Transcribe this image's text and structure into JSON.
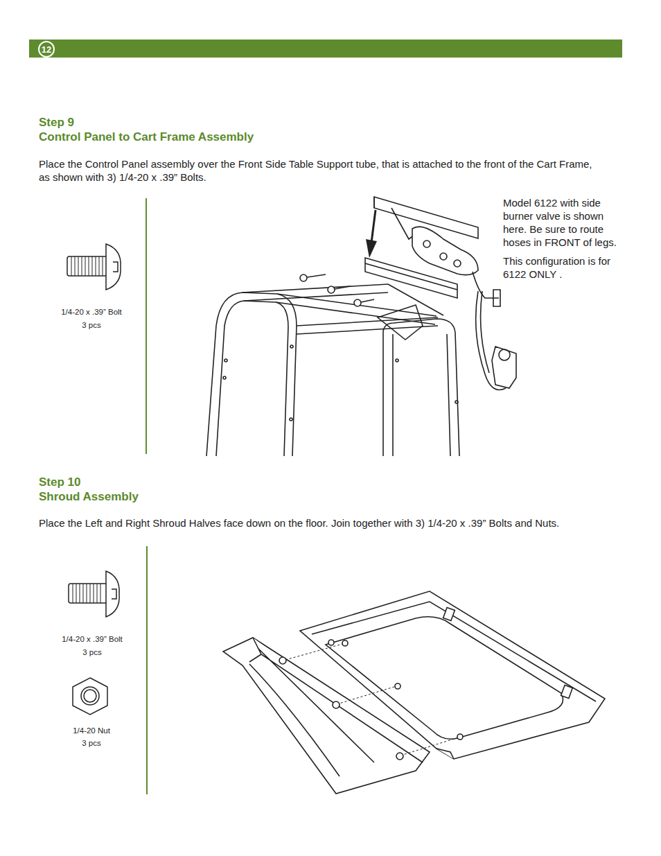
{
  "diagram": {
    "nodes": [
      {
        "text": [
          "12"
        ]
      }
    ],
    "labels": [
      "Step 9",
      "Control Panel to Cart Frame Assembly",
      "Place the Control Panel assembly over the Front Side Table Support tube, that is attached to the front of the Cart Frame, as shown with 3) 1/4-20 x .39” Bolts.",
      "1/4-20 x .39” Bolt",
      "3 pcs",
      "Model 6122 with side burner valve is shown here. Be sure to route hoses in FRONT of legs.",
      "This configuration is for 6122 ONLY .",
      "Step 10",
      "Shroud Assembly",
      "Place the Left and Right Shroud Halves face down on the floor. Join together with 3) 1/4-20 x .39” Bolts and Nuts.",
      "1/4-20 x .39” Bolt",
      "3 pcs",
      "1/4-20 Nut",
      "3 pcs"
    ]
  }
}
